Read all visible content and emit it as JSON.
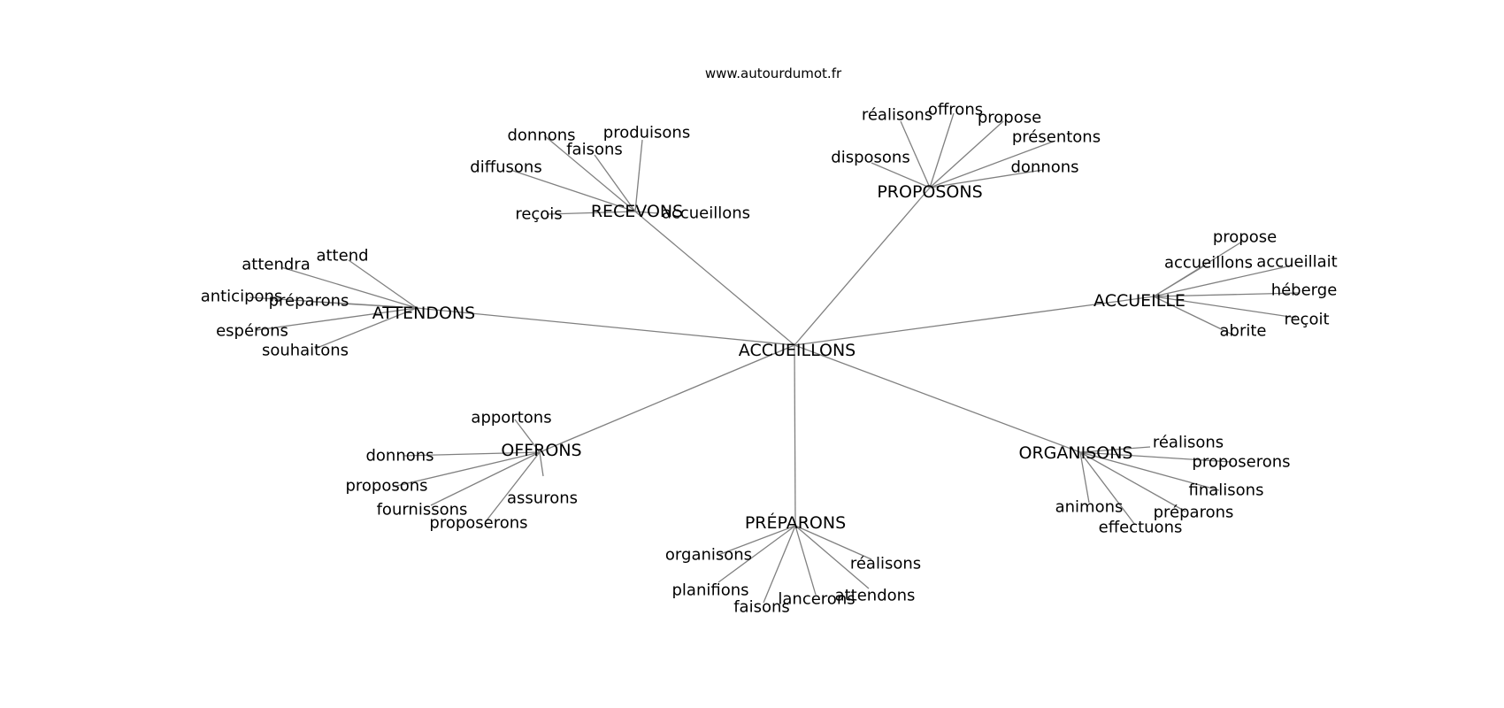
{
  "credit": "www.autourdumot.fr",
  "center": "ACCUEILLONS",
  "clusters": [
    {
      "hub": "RECEVONS",
      "leaves": [
        "donnons",
        "produisons",
        "faisons",
        "diffusons",
        "reçois",
        "accueillons"
      ]
    },
    {
      "hub": "PROPOSONS",
      "leaves": [
        "réalisons",
        "offrons",
        "propose",
        "présentons",
        "disposons",
        "donnons"
      ]
    },
    {
      "hub": "ATTENDONS",
      "leaves": [
        "attend",
        "attendra",
        "anticipons",
        "préparons",
        "espérons",
        "souhaitons"
      ]
    },
    {
      "hub": "ACCUEILLE",
      "leaves": [
        "propose",
        "accueillons",
        "accueillait",
        "héberge",
        "reçoit",
        "abrite"
      ]
    },
    {
      "hub": "OFFRONS",
      "leaves": [
        "apportons",
        "donnons",
        "proposons",
        "assurons",
        "fournissons",
        "proposerons"
      ]
    },
    {
      "hub": "ORGANISONS",
      "leaves": [
        "réalisons",
        "proposerons",
        "finalisons",
        "animons",
        "préparons",
        "effectuons"
      ]
    },
    {
      "hub": "PRÉPARONS",
      "leaves": [
        "organisons",
        "réalisons",
        "planifions",
        "attendons",
        "faisons",
        "lancerons"
      ]
    }
  ]
}
